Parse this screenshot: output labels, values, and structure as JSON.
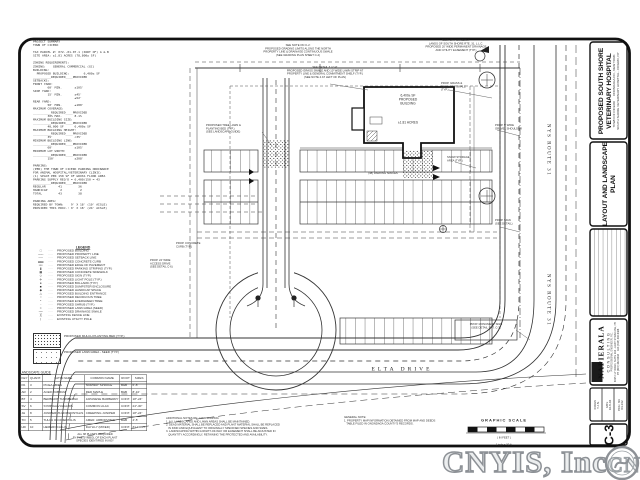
{
  "watermark": {
    "text": "CNYIS, Inc",
    "seal_text": "CNY"
  },
  "sheet": {
    "summary_lines": [
      "PROJECT SUMMARY",
      "TOWN OF CICERO",
      " ",
      "TAX PARCEL #: 072.-01-07.1 (PART OF) A & B",
      "SITE AREA: ±1.81 ACRES (78,800± SF)",
      " ",
      "ZONING REQUIREMENTS:",
      "ZONING:    GENERAL COMMERCIAL (GC)",
      "BUILDING:",
      "  PROPOSED BUILDING:        6,400± SF",
      "__________REQUIRED____PROVIDED",
      "SETBACKS:",
      "FRONT YARD:",
      "        60' MIN.       ±105'",
      "SIDE YARD:",
      "        15' MIN.       ±45'",
      "                       ±52'",
      "REAR YARD:",
      "        50' MIN.       ±180'",
      "MAXIMUM COVERAGE:",
      "__________REQUIRED____PROVIDED",
      "        30% MAX.       8.1%",
      "MAXIMUM BUILDING SIZE:",
      "__________REQUIRED____PROVIDED",
      "        40,000 SF      6,400± SF",
      "MAXIMUM BUILDING HEIGHT:",
      "__________REQUIRED____PROVIDED",
      "        35'            <35'",
      "MINIMUM BUILDING LINE:",
      "__________REQUIRED____PROVIDED",
      "        60'            ±105'",
      "MINIMUM LOT WIDTH:",
      "__________REQUIRED____PROVIDED",
      "        150'           ±208'",
      " ",
      "PARKING:",
      "(PER) THE TOWN OF CICERO PARKING ORDINANCE",
      "FOR ANIMAL HOSPITAL/VETERINARY CLINIC:",
      "(1) SPACE PER 150 SF OF GROSS FLOOR AREA",
      "PARKING SUPPLY REQ'D = 6,400/150 = 43",
      "__________REQUIRED____PROVIDED",
      "REGULAR       41         36",
      "HANDICAP       2          2",
      "TOTAL         43         38",
      " ",
      "PARKING AREA:",
      "REQUIRED BY TOWN:    9' X 18' (10' AISLE)",
      "PROVIDED THIS PROJ.: 9' X 18' (24' AISLE)"
    ],
    "legend": {
      "heading": "LEGEND",
      "items": [
        {
          "sym": "□",
          "label": "PROPOSED BUILDING"
        },
        {
          "sym": "───",
          "label": "PROPOSED PROPERTY LINE"
        },
        {
          "sym": "– – –",
          "label": "PROPOSED SETBACK LINE"
        },
        {
          "sym": "▬▬",
          "label": "PROPOSED CONCRETE CURB"
        },
        {
          "sym": "══",
          "label": "PROPOSED EDGE OF PAVEMENT"
        },
        {
          "sym": "||||",
          "label": "PROPOSED PARKING STRIPING (TYP.)"
        },
        {
          "sym": "▦",
          "label": "PROPOSED CONCRETE SIDEWALK"
        },
        {
          "sym": "◇",
          "label": "PROPOSED SIGN (TYP.)"
        },
        {
          "sym": "✛",
          "label": "PROPOSED LIGHT POLE (TYP.)"
        },
        {
          "sym": "●",
          "label": "PROPOSED BOLLARD (TYP.)"
        },
        {
          "sym": "■",
          "label": "PROPOSED DUMPSTER ENCLOSURE"
        },
        {
          "sym": "◆",
          "label": "PROPOSED HANDICAP SPACE"
        },
        {
          "sym": "△",
          "label": "PROPOSED BUILDING ENTRANCE"
        },
        {
          "sym": "○",
          "label": "PROPOSED DECIDUOUS TREE"
        },
        {
          "sym": "*",
          "label": "PROPOSED EVERGREEN TREE"
        },
        {
          "sym": "◦",
          "label": "PROPOSED SHRUB (TYP.)"
        },
        {
          "sym": "≈",
          "label": "PROPOSED LAWN AREA (SEED)"
        },
        {
          "sym": "~~~",
          "label": "PROPOSED DRAINAGE SWALE"
        },
        {
          "sym": "╳",
          "label": "EXISTING FENCE LINE"
        },
        {
          "sym": "|",
          "label": "EXISTING UTILITY POLE"
        }
      ],
      "boxes": [
        {
          "label": "PROPOSED MULCH PLANTING BED (TYP.)"
        },
        {
          "label": "PROPOSED LAWN AREA - SEED (TYP.)"
        }
      ]
    },
    "landscape_table": {
      "title": "LANDSCAPE GUIDE",
      "headers": [
        "KEY",
        "QUANT.",
        "LATIN NAME",
        "COMMON NAME",
        "ROOT",
        "SIZES"
      ],
      "rows": [
        [
          "PA",
          "3",
          "PICEA ABIES",
          "NORWAY SPRUCE",
          "B&B",
          "6'-8'"
        ],
        [
          "AR",
          "2",
          "ACER RUBRUM",
          "RED MAPLE",
          "B&B",
          "8'-10'"
        ],
        [
          "BT",
          "4",
          "BERBERIS THUNBERGII",
          "JAPANESE BARBERRY",
          "CONT.",
          "18\"-24\""
        ],
        [
          "SV",
          "6",
          "SYRINGA VULGARIS",
          "COMMON LILAC",
          "CONT.",
          "24\"-30\""
        ],
        [
          "JH",
          "8",
          "JUNIPERUS HORIZONTALIS",
          "CREEPING JUNIPER",
          "CONT.",
          "18\"-24\""
        ],
        [
          "TO",
          "5",
          "THUJA OCCIDENTALIS",
          "AMER. ARBORVITAE",
          "B&B",
          "4'-5'"
        ],
        [
          "HD",
          "10",
          "HEMEROCALLIS",
          "DAYLILY (MIXED)",
          "CONT.",
          "#1 CONT."
        ]
      ],
      "footnote_lines": [
        "ALL 38 PLANTS REQUIRED",
        "BY THE SYMBOL OF EACH PLANT",
        "SPECIES IDENTIFIED IN KEY"
      ]
    },
    "landscape_notes_lines": [
      "ADDITIONAL NOTES RE: LANDSCAPING:",
      "1. ALL LANDSCAPED AND LAWN AREAS SHALL BE MAINTAINED.",
      "2. DEAD MATERIAL SHALL BE REPLACED AND PLANT MATERIAL SHALL BE REPLACED",
      "   IN KIND AND EQUIVALENT TO ORIGINALLY SPECIFIED SPECIES AND SIZES.",
      "3. LANDSCAPING WITHIN A RIGHT-OF-WAY OR EASEMENT SHALL BE ADJUSTED IN",
      "   QUANTITY ACCORDINGLY, RETAINING THE PROTECTED AND AVAILABILITY."
    ],
    "general_note_lines": [
      "GENERAL NOTE:",
      "1. PROPERTY MAP INFORMATION OBTAINED FROM MAP AND DEEDS",
      "   TABLE FILED IN ONONDAGA COUNTY'S RECORDS."
    ],
    "plan": {
      "building_lines": [
        "6,400± SF",
        "PROPOSED",
        "BUILDING"
      ],
      "building_area": "±1.81 ACRES",
      "road_right": "NYS ROUTE 31",
      "road_bottom": "ELTA DRIVE",
      "parking_label": "(38) PARKING SPACES",
      "sign_box_lines": [
        "PROP. MONUMENT SIGN",
        "(SEE DETAIL SHT. C-7)"
      ],
      "scale_title": "GRAPHIC SCALE",
      "scale_sub": "( IN FEET )",
      "scale_val": "1 inch = 30 ft.",
      "ann_a_lines": [
        "SEE NOTE ON C-2:",
        "PROPOSED GRADING LIMITS ALONG THE NORTH",
        "PROPERTY LINE & DRAINAGE CONTINUOUS SWALE",
        "(SEE GRADING PLAN SHEET C-4)"
      ],
      "ann_b_lines": [
        "SEE DETAIL 3 / C-8:",
        "PROPOSED GRASS SWALE AND 10' WIDE LAWN STRIP AT",
        "PROPERTY LINE & GENERAL COMMITMENT SHELF (TYP.)",
        "(SEE NOTE 4 AT LEFT OF PLAN)"
      ],
      "ann_c_lines": [
        "NOW OR FORMERLY:",
        "LANDS OF SOUTH SHORE RTE. 31, L.L.C.",
        "PROPOSED 20' WIDE PERMANENT DRAINAGE",
        "AND UTILITY EASEMENT (TYP.)"
      ],
      "callout_tree_lines": [
        "PROPOSED TREE LAWN &",
        "PLANTING BED (TYP.)",
        "(SEE LANDSCAPE GUIDE)"
      ],
      "callout_curb_lines": [
        "PROP. CONCRETE",
        "CURB (TYP.)"
      ],
      "callout_drive_lines": [
        "PROP. 24' WIDE",
        "ACCESS DRIVE",
        "(SEE DETAIL C-6)"
      ],
      "callout_swale_lines": [
        "PROP. GRASS &",
        "DRAINAGE SWALE",
        "(TYP.)"
      ],
      "callout_shoulder_lines": [
        "PROP. 5' WIDE",
        "GRAVEL SHOULDER"
      ],
      "callout_snow_lines": [
        "SNOW STORAGE",
        "AREA (TYP.)"
      ],
      "callout_sign_lines": [
        "PROP. SIGN",
        "(SEE DETAIL)"
      ]
    },
    "titleblock": {
      "project_lines": [
        "PROPOSED SOUTH SHORE",
        "VETERINARY HOSPITAL"
      ],
      "project_sub_lines": [
        "TOWN OF CICERO      ONONDAGA CO., NEW YORK",
        "SOUTH SHORE VETERINARY HOSPITAL - CICERO, NY"
      ],
      "sheet_title_lines": [
        "LAYOUT AND LANDSCAPE",
        "PLAN"
      ],
      "firm_name": "NAPIERALA",
      "firm_sub": "CONSULTING",
      "firm_addr_lines": [
        "PROFESSIONAL ENGINEER, P.C.",
        "3315 FLY ROAD, SUITE 104 - EAST SYRACUSE, NY",
        "PH (315) 432-9416    FAX (315) 432-9426"
      ],
      "fields": [
        {
          "label": "DRAWN",
          "value": "T.J.N."
        },
        {
          "label": "DATE",
          "value": "10-8-04"
        },
        {
          "label": "PROJ. NO.",
          "value": "04-162"
        }
      ],
      "sheet_no": "C-3"
    }
  }
}
